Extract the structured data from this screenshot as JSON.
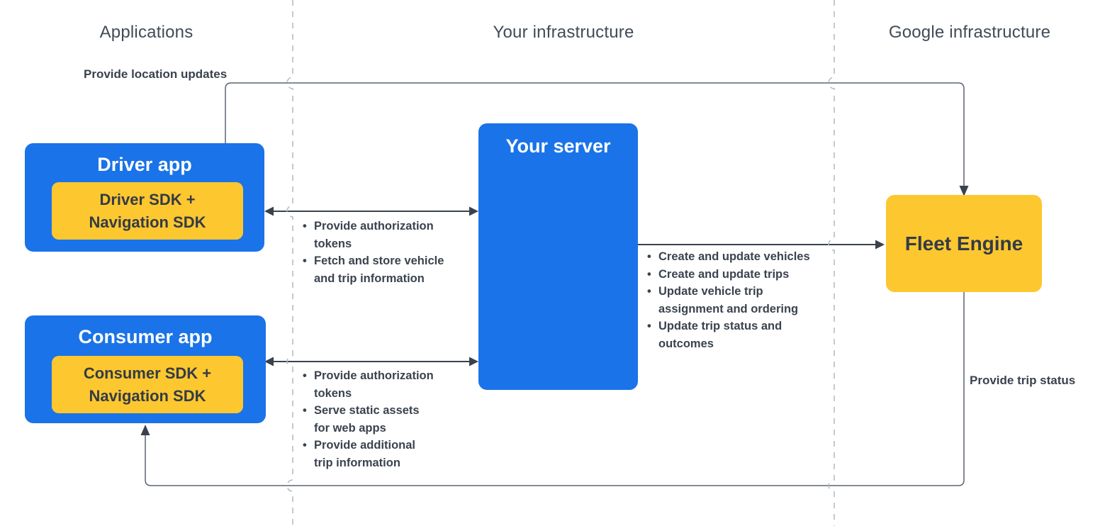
{
  "columns": [
    {
      "label": "Applications"
    },
    {
      "label": "Your infrastructure"
    },
    {
      "label": "Google infrastructure"
    }
  ],
  "nodes": {
    "driver_app": {
      "title": "Driver app",
      "sdk_line1": "Driver SDK +",
      "sdk_line2": "Navigation SDK"
    },
    "consumer_app": {
      "title": "Consumer app",
      "sdk_line1": "Consumer SDK +",
      "sdk_line2": "Navigation SDK"
    },
    "your_server": {
      "title": "Your server"
    },
    "fleet_engine": {
      "title": "Fleet Engine"
    }
  },
  "edges": {
    "location_updates": {
      "label": "Provide location updates"
    },
    "trip_status": {
      "label": "Provide trip status"
    },
    "driver_server": {
      "lines": [
        {
          "m": "•",
          "t": "Provide authorization"
        },
        {
          "m": "",
          "t": "tokens"
        },
        {
          "m": "•",
          "t": "Fetch and store vehicle"
        },
        {
          "m": "",
          "t": "and trip information"
        }
      ]
    },
    "server_fleet": {
      "lines": [
        {
          "m": "•",
          "t": "Create and update vehicles"
        },
        {
          "m": "•",
          "t": "Create and update trips"
        },
        {
          "m": "•",
          "t": "Update vehicle trip"
        },
        {
          "m": "",
          "t": "assignment and ordering"
        },
        {
          "m": "•",
          "t": "Update trip status and"
        },
        {
          "m": "",
          "t": "outcomes"
        }
      ]
    },
    "consumer_server": {
      "lines": [
        {
          "m": "•",
          "t": "Provide authorization"
        },
        {
          "m": "",
          "t": "tokens"
        },
        {
          "m": "•",
          "t": "Serve static assets"
        },
        {
          "m": "",
          "t": "for web apps"
        },
        {
          "m": "•",
          "t": "Provide additional"
        },
        {
          "m": "",
          "t": "trip information"
        }
      ]
    }
  },
  "colors": {
    "node_blue": "#1A73E8",
    "node_yellow": "#FDC72F",
    "arrow_dark": "#39424E",
    "connector_gray": "#5B6570",
    "divider_dashed": "#B6BCC3",
    "text_dark": "#333B46",
    "heading_gray": "#414B57"
  }
}
